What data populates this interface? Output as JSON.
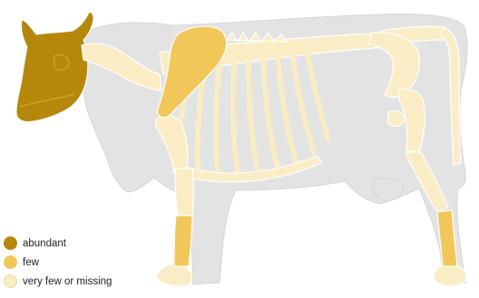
{
  "colors": {
    "body": "#e3e3e3",
    "abundant": "#b5870b",
    "few": "#f2c75a",
    "very_few": "#faecc4",
    "bone_outline": "#ffffff"
  },
  "legend": {
    "items": [
      {
        "label": "abundant",
        "color": "#b5870b"
      },
      {
        "label": "few",
        "color": "#f2c75a"
      },
      {
        "label": "very few or missing",
        "color": "#faecc4"
      }
    ]
  }
}
